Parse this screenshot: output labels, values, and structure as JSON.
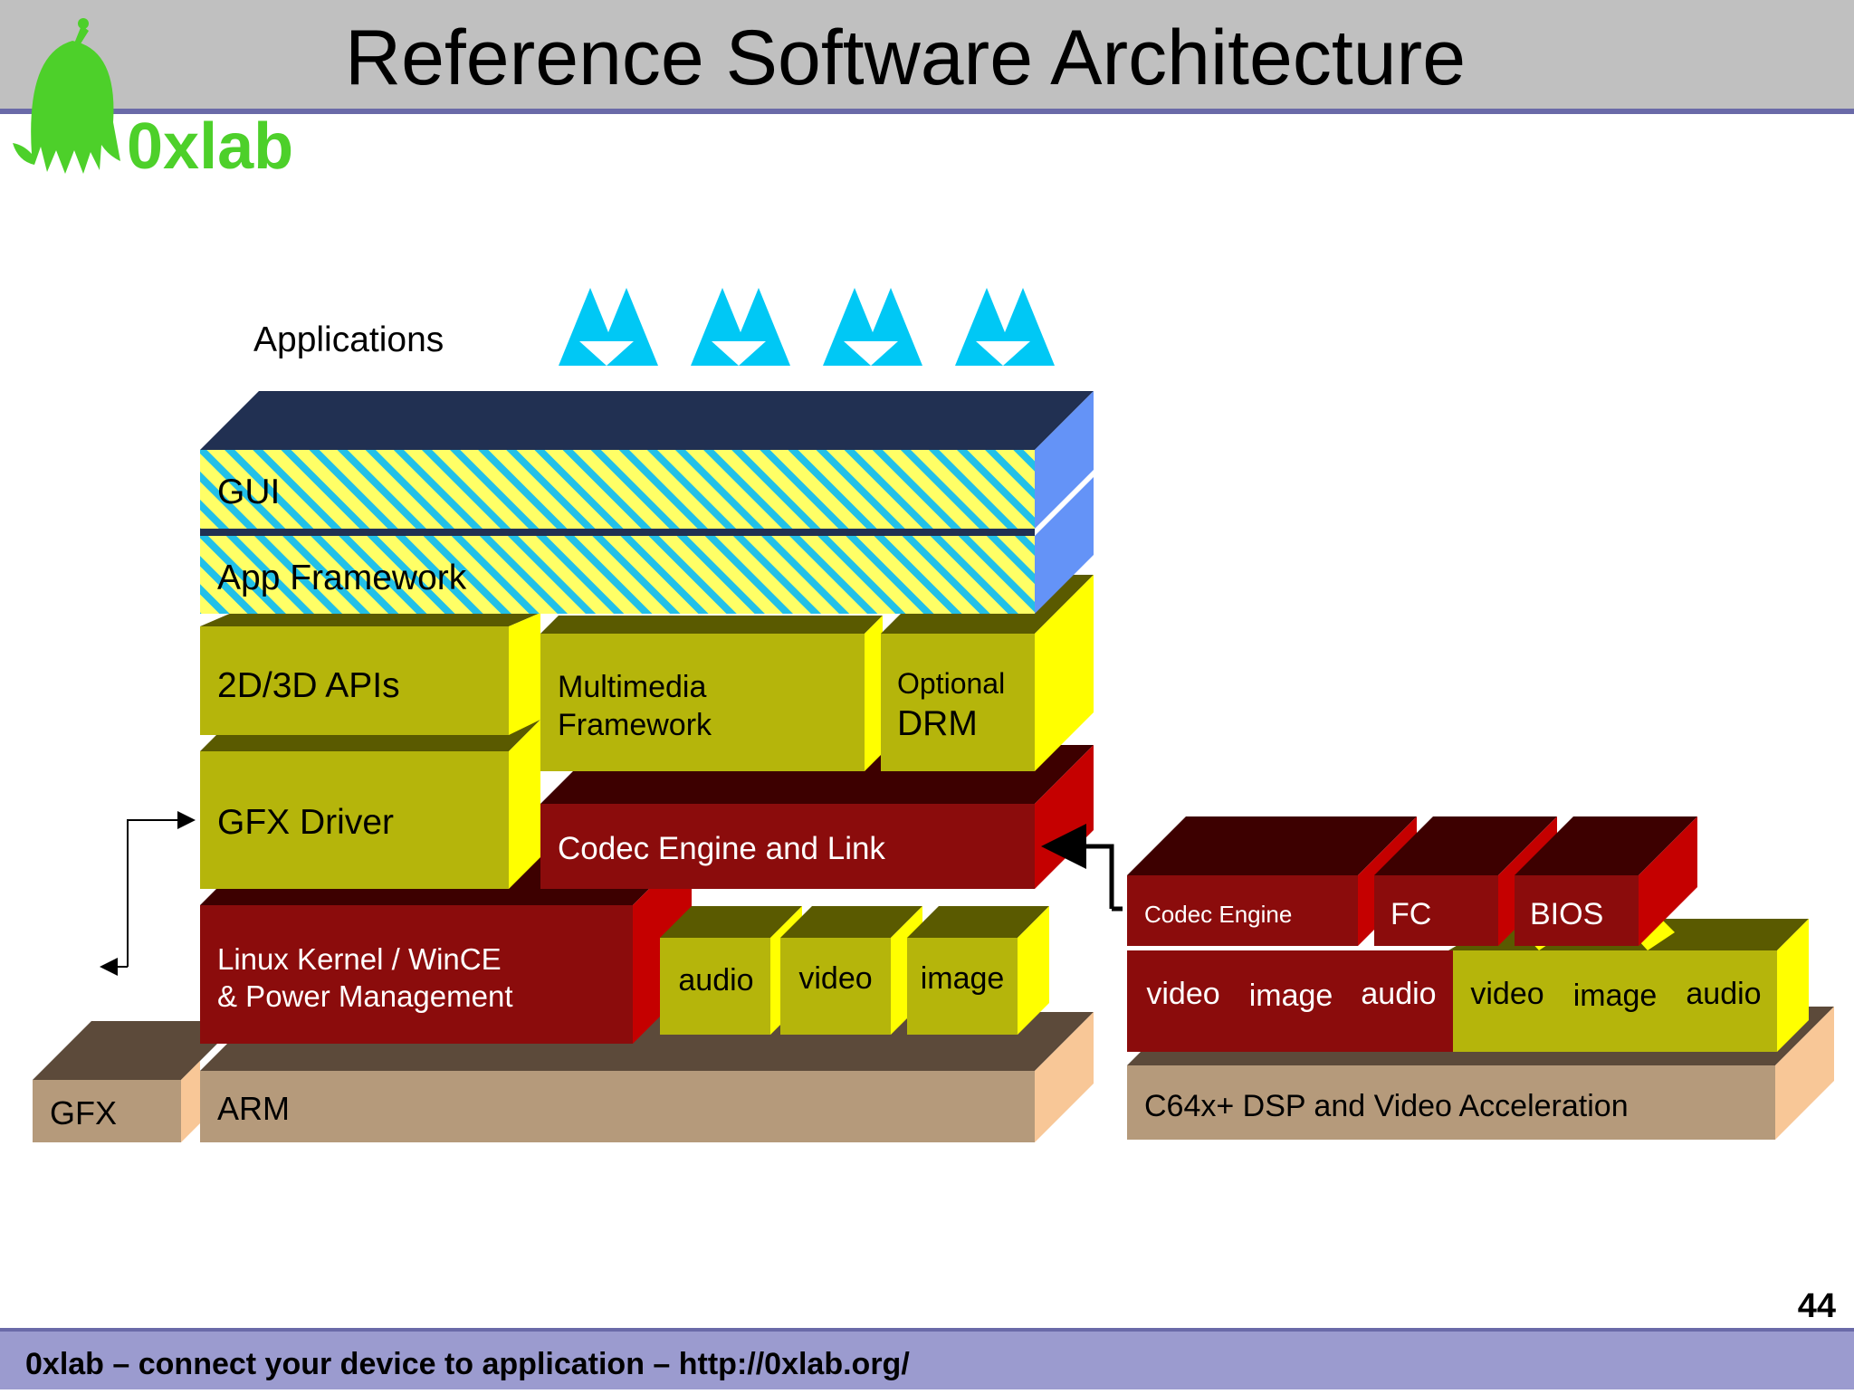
{
  "slide": {
    "title": "Reference Software Architecture",
    "logo_text": "0xlab",
    "page_number": "44",
    "footer": "0xlab – connect your device to application – http://0xlab.org/"
  },
  "colors": {
    "header_bg": "#c0c0c0",
    "header_rule": "#6a6aa8",
    "footer_bg": "#9b9bcf",
    "logo_green": "#4dd02a",
    "olive_front": "#b5b50b",
    "olive_top": "#5a5a00",
    "yellow_side": "#ffff00",
    "red_front": "#8b0c0c",
    "red_top": "#3d0000",
    "red_side": "#c50000",
    "tan_front": "#b59a7b",
    "tan_top": "#5c4a3a",
    "tan_side": "#f8c797",
    "navy_top": "#213052",
    "blue_side": "#6493f7",
    "stripe_yellow": "#ffff66",
    "stripe_cyan": "#22c0e8",
    "app_icon": "#00c8f5"
  },
  "diagram": {
    "applications": "Applications",
    "gui": "GUI",
    "app_framework": "App Framework",
    "apis": "2D/3D APIs",
    "multimedia": [
      "Multimedia",
      "Framework"
    ],
    "drm": [
      "Optional",
      "DRM"
    ],
    "gfx_driver": "GFX Driver",
    "codec_link": "Codec Engine and Link",
    "kernel": [
      "Linux Kernel / WinCE",
      "& Power Management"
    ],
    "arm_codecs": [
      "audio",
      "video",
      "image"
    ],
    "gfx": "GFX",
    "arm": "ARM",
    "dsp_components": [
      "Codec Engine",
      "FC",
      "BIOS"
    ],
    "dsp_codecs_red": [
      "video",
      "image",
      "audio"
    ],
    "dsp_codecs_olive": [
      "video",
      "image",
      "audio"
    ],
    "dsp": "C64x+ DSP and Video Acceleration"
  }
}
